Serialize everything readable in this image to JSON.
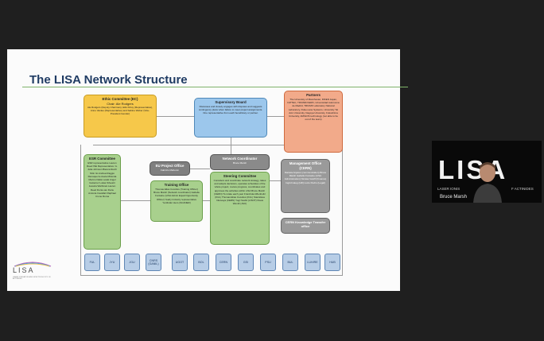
{
  "slide": {
    "title": "The LISA Network Structure",
    "ethic": {
      "heading": "Ethic Committee (EC)",
      "sub": "Chair: Ale Rodgers",
      "body": "Ale Rodgers (Deputy Chairman), Eilis Kilroy (Representative), Anne Vanlee (Representative) and Sabine Weber (Vice-President Gender)"
    },
    "supervisory": {
      "heading": "Supervisory Board",
      "body": "Discusses and closely engages with disputes and suggests contingency plans when failure to meet project assignments. One representative from each beneficiary or partner."
    },
    "partners": {
      "heading": "Partners",
      "body": "The University of Manchester, RIKEN Japan, IUPTEC, TRIUMF/CERN, Universidad Autónoma de Madrid, TRIUMF Laboratory National Laboratory, Duke-Lane Systems, University Tel Aviv University, Nagoya University, Fukushima University, AMIGOS technology (not able to be out of the team)"
    },
    "esr": {
      "heading": "ESR Committee",
      "body": "ESR representative Lauren Reed ISE Representative: G. Julia Johnson Bianca Reich Nitin Ito Andrea Raggio Renaquerre Asela Miranda Merino Dalia Lesak Angel Gutierrez Lukas Silvestri Jessica Warbinek Lauren Reed Dorta van Dorte Antonia Cavallari Raphael Crone Roma"
    },
    "eu_office": {
      "heading": "EU Project Office",
      "body": "Fabrizio Mahonin"
    },
    "training": {
      "heading": "Training Office",
      "body": "Thomas Elias Cocolios (Training Officer) Bruce Marsh (Network coordinator) Isabelle Fontaine (LISA Admin Equal Opportunity Officer) Yearly Industry representative Yerdinder Hero (SCANER)"
    },
    "net_coord": {
      "heading": "Network Coordinator",
      "body": "Bruce Marsh"
    },
    "steering": {
      "heading": "Steering Committee",
      "body": "Considers and coordinate network strategy, takes and adopts decisions, operates schedules of the whole project, review progress, coordinates and approves the activities within LISA Bruce Marsh (CERN) To rotate each year Franziska Wienholtz (KUL) Thomas Elias Cocolios (KUL) Stanislava Inkovaya (CERN) Yogi Nesbit (LISOT) Klaus Wendt (JGU)"
    },
    "mgmt": {
      "heading": "Management Office (CERN)",
      "body": "Daniela Anjelos (communication) Bruce Marsh Isabelle Fontaine (LISA Administration) Nicolas Veloff (Finance) Ingrid Haug (HR) Lucio Pedro (Legal)"
    },
    "cern_kt": {
      "heading": "CERN Knowledge Transfer office"
    },
    "institutions": [
      "FUL",
      "JYU",
      "JGU",
      "CNRS (GANIL)",
      "UGOT",
      "BOL",
      "CERN",
      "GSI",
      "PSU",
      "BUL",
      "LUH/RE",
      "HUB"
    ],
    "logo": {
      "text": "LISA",
      "sub": "LASER IONISATION AND SPECTROSCOPY OF ACTINIDES"
    }
  },
  "camera": {
    "logo_text": "LISA",
    "logo_sub_left": "LASER IONIS",
    "logo_sub_right": "F ACTINIDES",
    "participant_name": "Bruce Marsh"
  },
  "colors": {
    "title": "#1f3b63",
    "green_box": "#a8d08d",
    "blue_box": "#9cc7ec",
    "orange_box": "#f2aa8a",
    "yellow_box": "#f6c84a",
    "gray_box": "#8a8a8a"
  }
}
